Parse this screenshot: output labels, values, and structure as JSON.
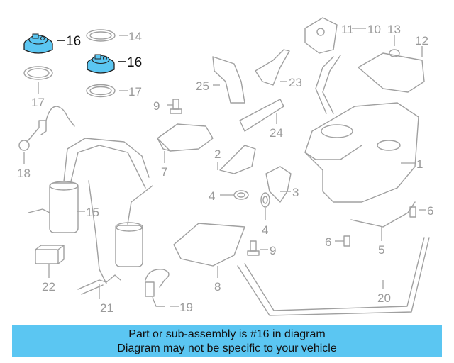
{
  "callouts": [
    {
      "id": "1",
      "label": "1"
    },
    {
      "id": "2",
      "label": "2"
    },
    {
      "id": "3",
      "label": "3"
    },
    {
      "id": "4a",
      "label": "4"
    },
    {
      "id": "4b",
      "label": "4"
    },
    {
      "id": "5",
      "label": "5"
    },
    {
      "id": "6a",
      "label": "6"
    },
    {
      "id": "6b",
      "label": "6"
    },
    {
      "id": "7",
      "label": "7"
    },
    {
      "id": "8",
      "label": "8"
    },
    {
      "id": "9a",
      "label": "9"
    },
    {
      "id": "9b",
      "label": "9"
    },
    {
      "id": "10",
      "label": "10"
    },
    {
      "id": "11",
      "label": "11"
    },
    {
      "id": "12",
      "label": "12"
    },
    {
      "id": "13",
      "label": "13"
    },
    {
      "id": "14",
      "label": "14"
    },
    {
      "id": "15",
      "label": "15"
    },
    {
      "id": "16a",
      "label": "16"
    },
    {
      "id": "16b",
      "label": "16"
    },
    {
      "id": "17a",
      "label": "17"
    },
    {
      "id": "17b",
      "label": "17"
    },
    {
      "id": "18",
      "label": "18"
    },
    {
      "id": "19",
      "label": "19"
    },
    {
      "id": "20",
      "label": "20"
    },
    {
      "id": "21",
      "label": "21"
    },
    {
      "id": "22",
      "label": "22"
    },
    {
      "id": "23",
      "label": "23"
    },
    {
      "id": "24",
      "label": "24"
    },
    {
      "id": "25",
      "label": "25"
    }
  ],
  "highlight_part": "16",
  "colors": {
    "highlight_fill": "#5bc6f2",
    "banner": "#5bc6f2",
    "line_art": "#a0a0a0",
    "highlight_text": "#111111"
  },
  "banner": {
    "line1": "Part or sub-assembly is #16 in diagram",
    "line2": "Diagram may not be specific to your vehicle"
  }
}
